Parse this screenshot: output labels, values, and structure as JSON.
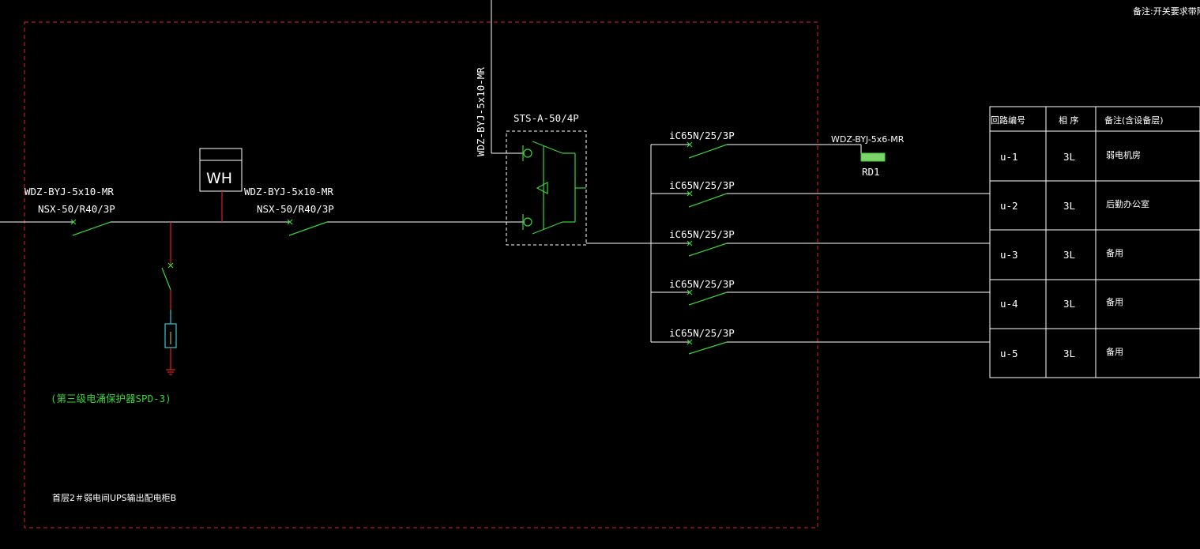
{
  "note_top_right": "备注:开关要求带附件,复核",
  "panel_label": "首层2＃弱电间UPS输出配电柜B",
  "incoming": {
    "cable1": "WDZ-BYJ-5x10-MR",
    "breaker1": "NSX-50/R40/3P",
    "meter": "WH",
    "cable2": "WDZ-BYJ-5x10-MR",
    "breaker2": "NSX-50/R40/3P",
    "vertical_cable": "WDZ-BYJ-5x10-MR",
    "sts": "STS-A-50/4P"
  },
  "spd_label": "(第三级电涌保护器SPD-3)",
  "branch_breakers": [
    "iC65N/25/3P",
    "iC65N/25/3P",
    "iC65N/25/3P",
    "iC65N/25/3P",
    "iC65N/25/3P"
  ],
  "branch_cable": "WDZ-BYJ-5x6-MR",
  "branch_device": "RD1",
  "table": {
    "headers": [
      "回路编号",
      "相 序",
      "备注(含设备层)"
    ],
    "rows": [
      [
        "u-1",
        "3L",
        "弱电机房"
      ],
      [
        "u-2",
        "3L",
        "后勤办公室"
      ],
      [
        "u-3",
        "3L",
        "备用"
      ],
      [
        "u-4",
        "3L",
        "备用"
      ],
      [
        "u-5",
        "3L",
        "备用"
      ]
    ]
  }
}
